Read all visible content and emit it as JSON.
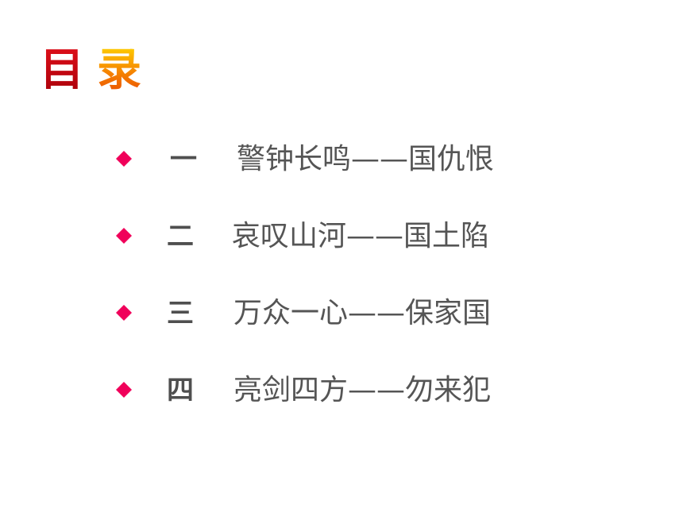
{
  "slide": {
    "title": {
      "char1": "目",
      "char2": "录"
    },
    "toc": {
      "items": [
        {
          "numeral": "一",
          "text": "警钟长鸣——国仇恨"
        },
        {
          "numeral": "二",
          "text": "哀叹山河——国土陷"
        },
        {
          "numeral": "三",
          "text": "万众一心——保家国"
        },
        {
          "numeral": "四",
          "text": "亮剑四方——勿来犯"
        }
      ]
    }
  },
  "colors": {
    "bullet": "#f0005a",
    "title_char1": "#c8000f",
    "title_char2": "#f58200",
    "text": "#555555",
    "numeral": "#4f4f4f"
  },
  "icons": {
    "bullet": "diamond-bullet-icon"
  }
}
